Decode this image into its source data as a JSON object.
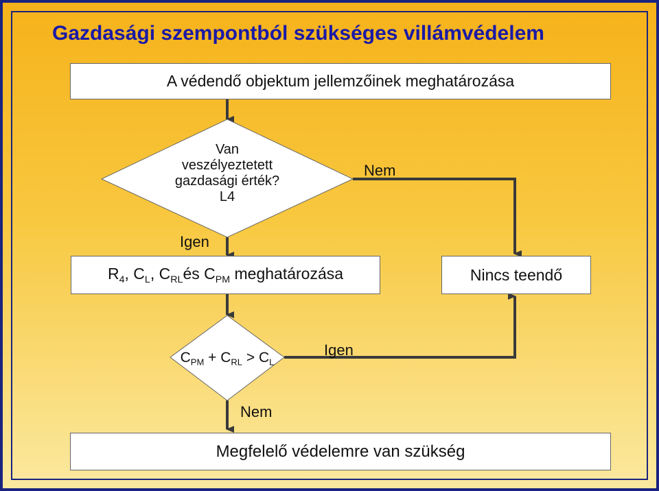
{
  "title": "Gazdasági szempontból szükséges villámvédelem",
  "step1": "A védendő objektum jellemzőinek meghatározása",
  "decision1": {
    "line1": "Van",
    "line2": "veszélyeztetett",
    "line3": "gazdasági érték?",
    "line4": "L4",
    "yes_label": "Igen",
    "no_label": "Nem"
  },
  "step2": {
    "r": "R",
    "r_sub": "4",
    "sep1": ", C",
    "cl_sub": "L",
    "sep2": ", C",
    "crl_sub": "RL",
    "mid": "és C",
    "cpm_sub": "PM",
    "tail": " meghatározása"
  },
  "no_action": "Nincs teendő",
  "decision2": {
    "c1": "C",
    "c1_sub": "PM",
    "plus": " + C",
    "c2_sub": "RL",
    "gt": " > C",
    "c3_sub": "L",
    "yes_label": "Igen",
    "no_label": "Nem"
  },
  "final": "Megfelelő védelemre van szükség",
  "colors": {
    "title": "#1a1aa6",
    "frame": "#1a237e",
    "background_top": "#f6b21a",
    "background_bottom": "#fbe9a0",
    "connector": "#3a3a3a"
  }
}
